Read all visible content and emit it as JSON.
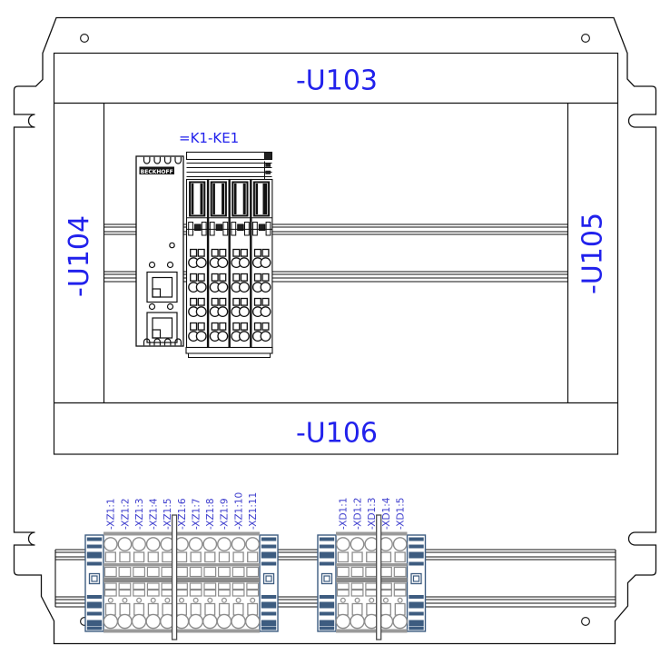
{
  "drawing": {
    "colors": {
      "label_blue": "#2121ec",
      "terminal_label_blue": "#3c3ccd",
      "bracket_blue": "#3d5c80",
      "line_black": "#111111",
      "terminal_gray": "#8d8d8d"
    },
    "frame": {
      "top_label": "-U103",
      "left_label": "-U104",
      "right_label": "-U105",
      "bottom_label": "-U106"
    },
    "device": {
      "label": "=K1-KE1",
      "logo": "BECKHOFF"
    },
    "strips": [
      {
        "name": "-XZ1",
        "labels": [
          "-XZ1:1",
          "-XZ1:2",
          "-XZ1:3",
          "-XZ1:4",
          "-XZ1:5",
          "-XZ1:6",
          "-XZ1:7",
          "-XZ1:8",
          "-XZ1:9",
          "-XZ1:10",
          "-XZ1:11"
        ]
      },
      {
        "name": "-XD1",
        "labels": [
          "-XD1:1",
          "-XD1:2",
          "-XD1:3",
          "-XD1:4",
          "-XD1:5"
        ]
      }
    ]
  }
}
